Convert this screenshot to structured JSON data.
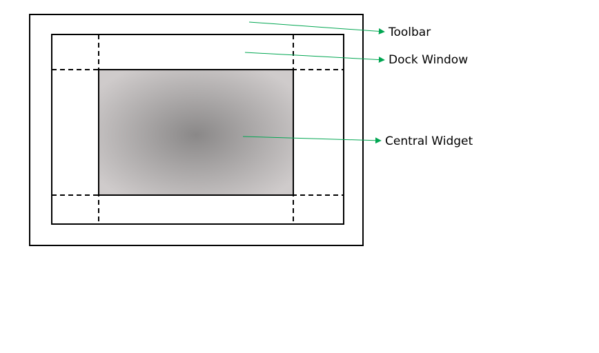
{
  "diagram": {
    "labels": {
      "toolbar": "Toolbar",
      "dock_window": "Dock Window",
      "central_widget": "Central Widget"
    },
    "colors": {
      "outline": "#000000",
      "arrow": "#00a651",
      "widget_center": "#8a8888",
      "widget_edge": "#cfcbcb"
    }
  }
}
